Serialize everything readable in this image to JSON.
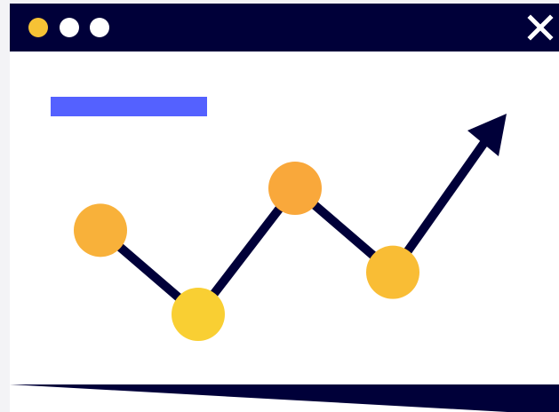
{
  "window": {
    "background": "#ffffff",
    "titlebar_color": "#000039",
    "controls": [
      {
        "name": "minimize-dot",
        "color": "#f6c235"
      },
      {
        "name": "maximize-dot",
        "color": "#ffffff"
      },
      {
        "name": "extra-dot",
        "color": "#ffffff"
      }
    ],
    "close_icon": "close-icon",
    "close_color": "#ffffff"
  },
  "placeholder_title_bar_color": "#5461ff",
  "trend": {
    "line_color": "#000039",
    "arrow_icon": "arrow-up-right-icon",
    "points": [
      {
        "name": "point-1",
        "value": 3,
        "color": "#f8b13a"
      },
      {
        "name": "point-2",
        "value": 1,
        "color": "#f9cf33"
      },
      {
        "name": "point-3",
        "value": 4,
        "color": "#f9a83b"
      },
      {
        "name": "point-4",
        "value": 2,
        "color": "#f9bd35"
      }
    ]
  },
  "footer_color": "#000039"
}
